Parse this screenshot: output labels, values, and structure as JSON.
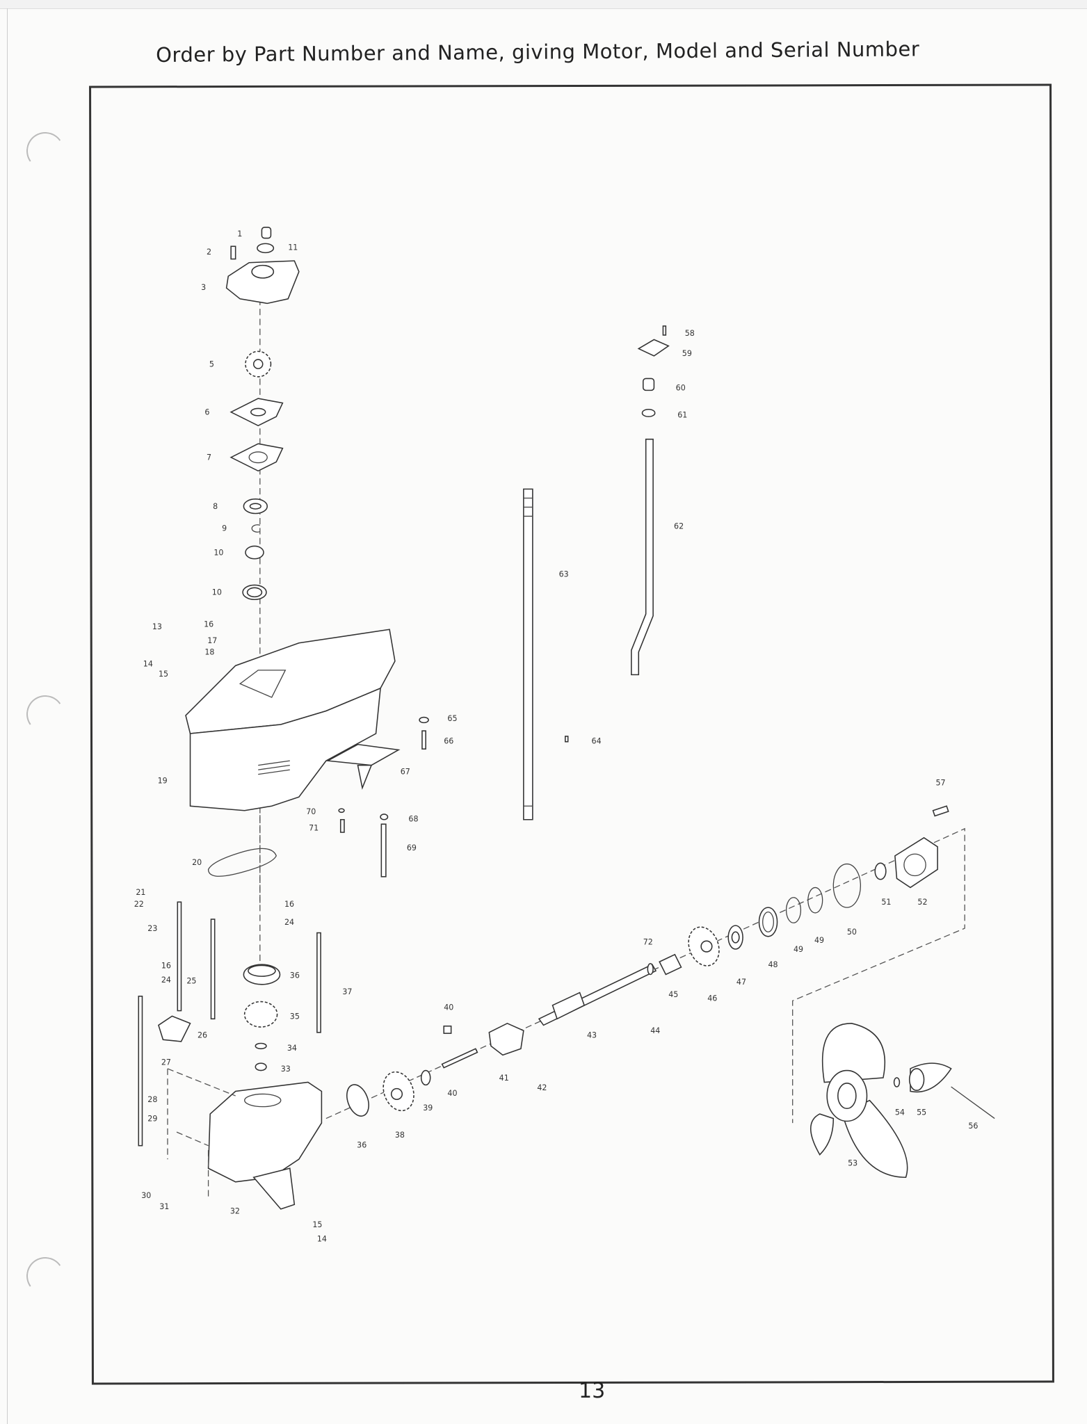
{
  "header": {
    "title": "Order by Part Number and Name, giving Motor, Model and Serial Number"
  },
  "footer": {
    "page_number": "13"
  },
  "diagram": {
    "callouts": [
      "1",
      "2",
      "11",
      "3",
      "5",
      "6",
      "7",
      "8",
      "9",
      "10",
      "10",
      "13",
      "16",
      "17",
      "18",
      "14",
      "15",
      "19",
      "20",
      "21",
      "22",
      "23",
      "16",
      "24",
      "25",
      "26",
      "27",
      "28",
      "29",
      "30",
      "31",
      "32",
      "15",
      "14",
      "16",
      "24",
      "36",
      "35",
      "34",
      "33",
      "37",
      "36",
      "38",
      "39",
      "40",
      "40",
      "41",
      "42",
      "43",
      "44",
      "45",
      "46",
      "47",
      "48",
      "49",
      "49",
      "50",
      "51",
      "52",
      "53",
      "54",
      "55",
      "56",
      "57",
      "58",
      "59",
      "60",
      "61",
      "62",
      "63",
      "64",
      "65",
      "66",
      "67",
      "68",
      "69",
      "70",
      "71",
      "72"
    ]
  }
}
